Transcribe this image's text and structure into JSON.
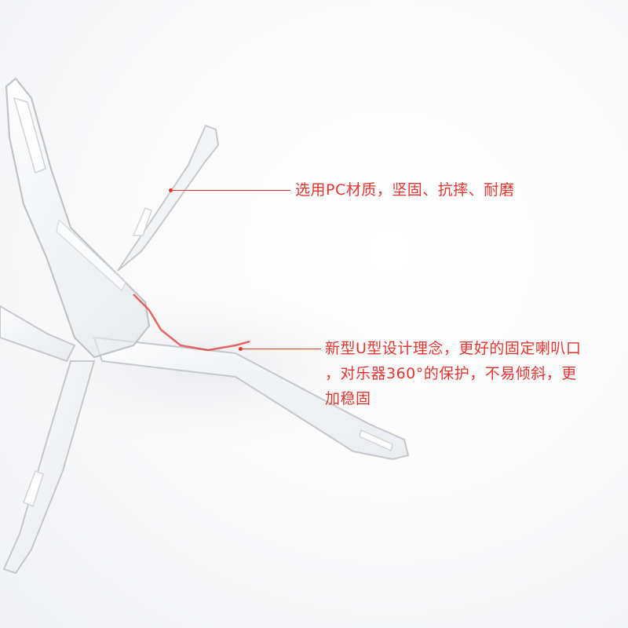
{
  "colors": {
    "accent": "#e2362f",
    "text": "#e2362f",
    "stand_edge": "#c8ccd2",
    "stand_fill": "#f4f6f8"
  },
  "callouts": [
    {
      "text": "选用PC材质，坚固、抗摔、耐磨"
    },
    {
      "lines": [
        "新型U型设计理念，更好的固定喇叭口",
        "，对乐器360°的保护，不易倾斜，更",
        "加稳固"
      ]
    }
  ]
}
